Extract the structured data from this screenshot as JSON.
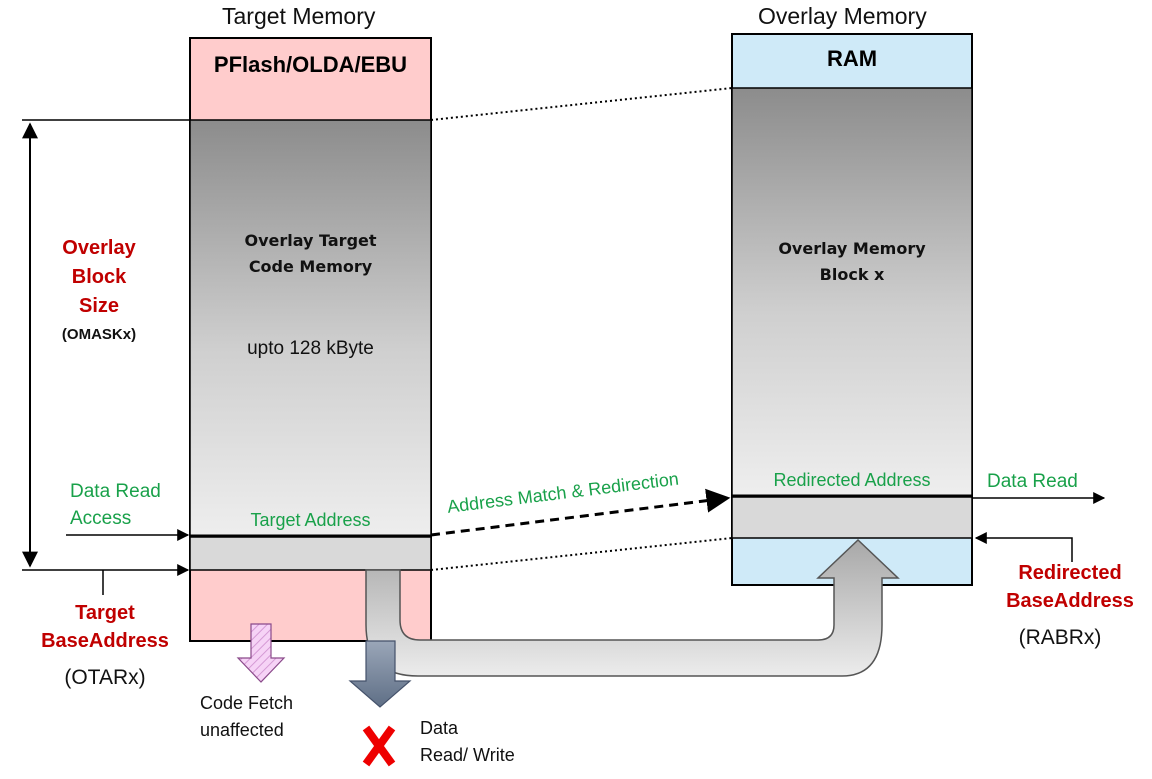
{
  "headers": {
    "target_memory": "Target Memory",
    "overlay_memory": "Overlay Memory"
  },
  "target_box": {
    "label": "PFlash/OLDA/EBU",
    "block_title_1": "Overlay Target",
    "block_title_2": "Code Memory",
    "size_note": "upto 128 kByte",
    "target_address": "Target Address"
  },
  "overlay_box": {
    "label": "RAM",
    "block_title_1": "Overlay Memory",
    "block_title_2": "Block x",
    "redirected_address": "Redirected Address"
  },
  "left_annotations": {
    "block_size_1": "Overlay",
    "block_size_2": "Block",
    "block_size_3": "Size",
    "omask": "(OMASKx)",
    "data_read_access_1": "Data Read",
    "data_read_access_2": "Access",
    "target_base_1": "Target",
    "target_base_2": "BaseAddress",
    "otar": "(OTARx)"
  },
  "middle_annotations": {
    "address_match": "Address Match & Redirection",
    "code_fetch_1": "Code Fetch",
    "code_fetch_2": "unaffected",
    "data_rw_1": "Data",
    "data_rw_2": "Read/ Write"
  },
  "right_annotations": {
    "data_read": "Data Read",
    "redirected_base_1": "Redirected",
    "redirected_base_2": "BaseAddress",
    "rabr": "(RABRx)"
  },
  "colors": {
    "target_box_fill": "#ffcccc",
    "ram_box_fill": "#cfeaf8",
    "accent_red": "#c00000",
    "accent_green": "#19a14a"
  }
}
